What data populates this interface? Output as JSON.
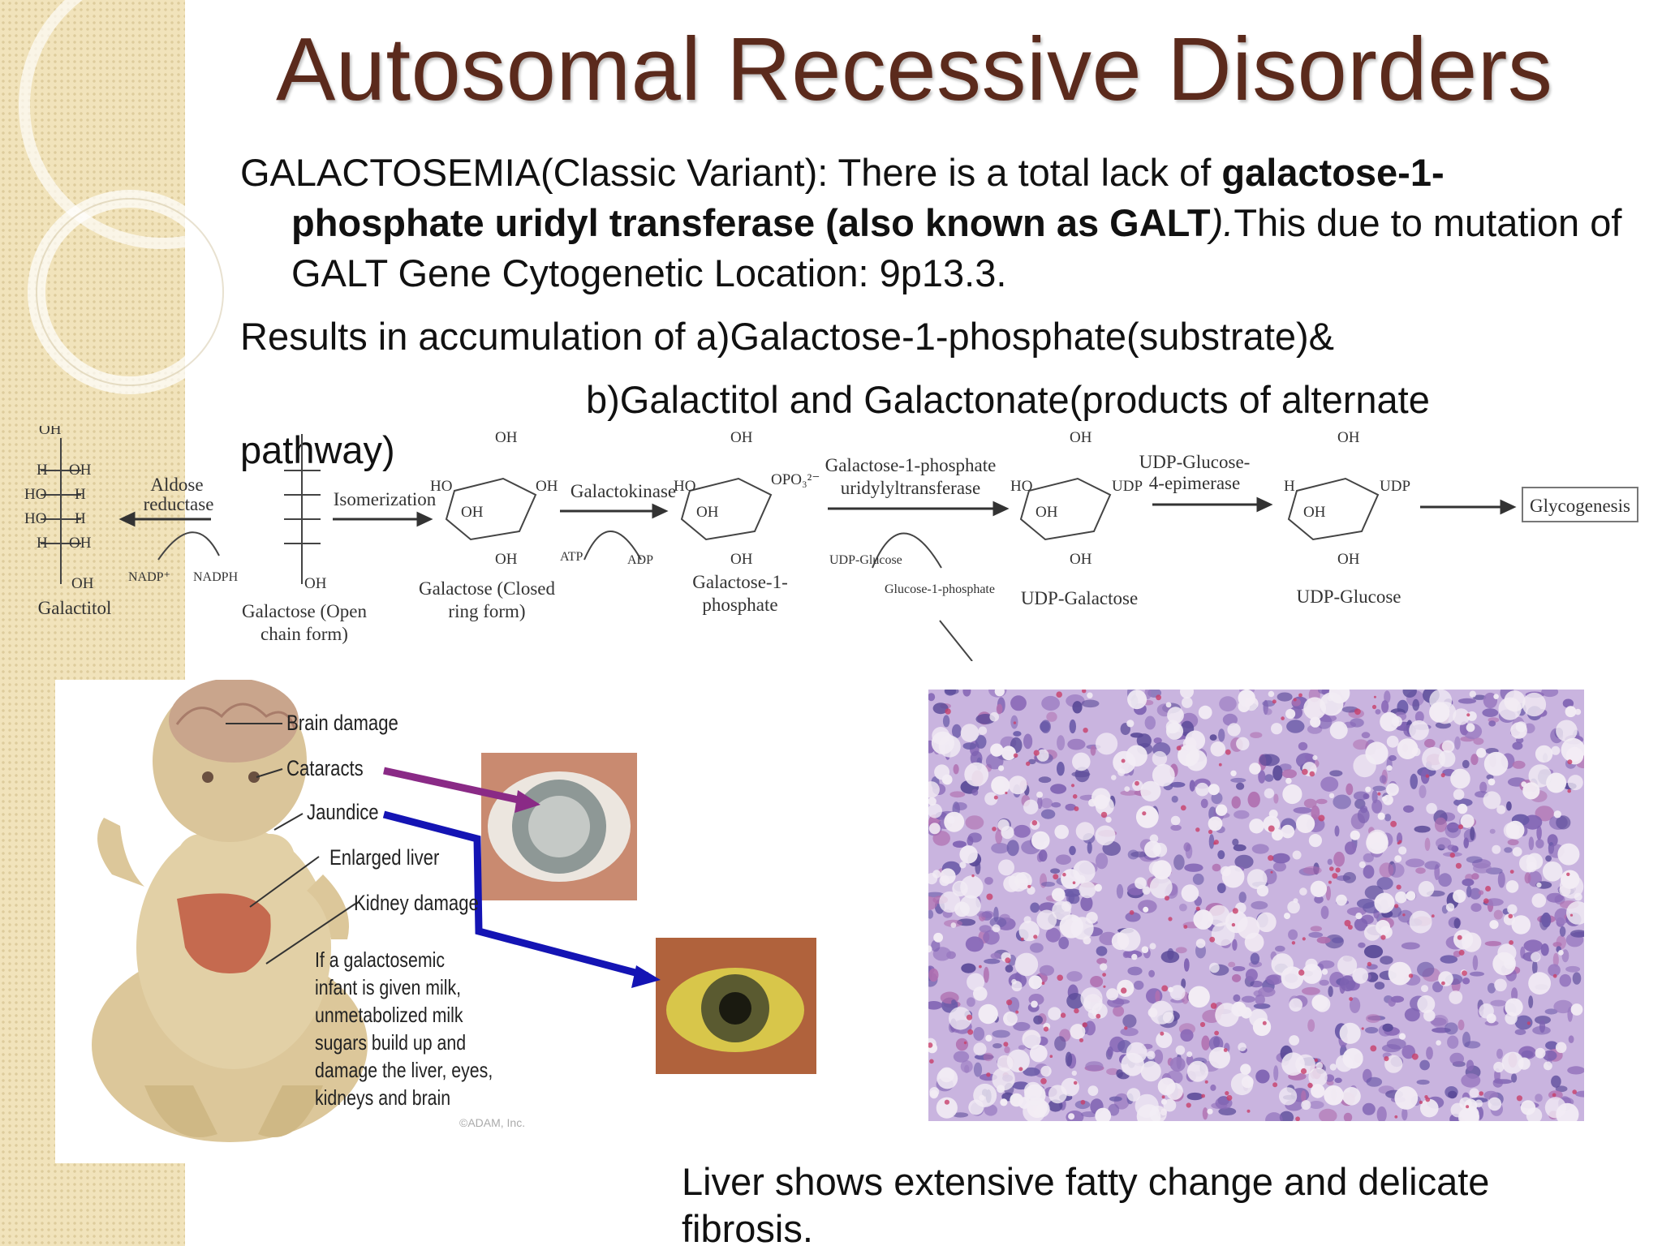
{
  "slide": {
    "title": "Autosomal Recessive Disorders",
    "para1": {
      "lead": "GALACTOSEMIA(Classic Variant): There is a total lack of ",
      "bold": "galactose-1-phosphate uridyl transferase (also known as GALT",
      "italic": ").",
      "tail": "This due to mutation of GALT Gene Cytogenetic Location: 9p13.3."
    },
    "para2": "Results in accumulation of a)Galactose-1-phosphate(substrate)&",
    "para3": "b)Galactitol and Galactonate(products of alternate pathway)",
    "caption": "Liver shows extensive fatty change and delicate fibrosis."
  },
  "pathway": {
    "compounds": [
      "Galactitol",
      "Galactose (Open",
      "chain form)",
      "Galactose (Closed",
      "ring form)",
      "Galactose-1-",
      "phosphate",
      "UDP-Galactose",
      "UDP-Glucose"
    ],
    "enzymes": [
      "Aldose",
      "reductase",
      "Isomerization",
      "Galactokinase",
      "Galactose-1-phosphate",
      "uridylyltransferase",
      "UDP-Glucose-",
      "4-epimerase"
    ],
    "cofactors": [
      "NADP⁺",
      "NADPH",
      "ATP",
      "ADP",
      "UDP-Glucose",
      "Glucose-1-phosphate"
    ],
    "end": "Glycogenesis"
  },
  "illustration": {
    "callouts": [
      "Brain damage",
      "Cataracts",
      "Jaundice",
      "Enlarged liver",
      "Kidney damage"
    ],
    "note": [
      "If a galactosemic",
      "infant is given milk,",
      "unmetabolized milk",
      "sugars build up and",
      "damage the liver, eyes,",
      "kidneys and brain"
    ],
    "copyright": "©ADAM, Inc."
  },
  "colors": {
    "title": "#5b2a1c",
    "sidebar": "#f1e3bb",
    "cataract_arrow": "#8a2a86",
    "jaundice_arrow": "#1414b4"
  }
}
